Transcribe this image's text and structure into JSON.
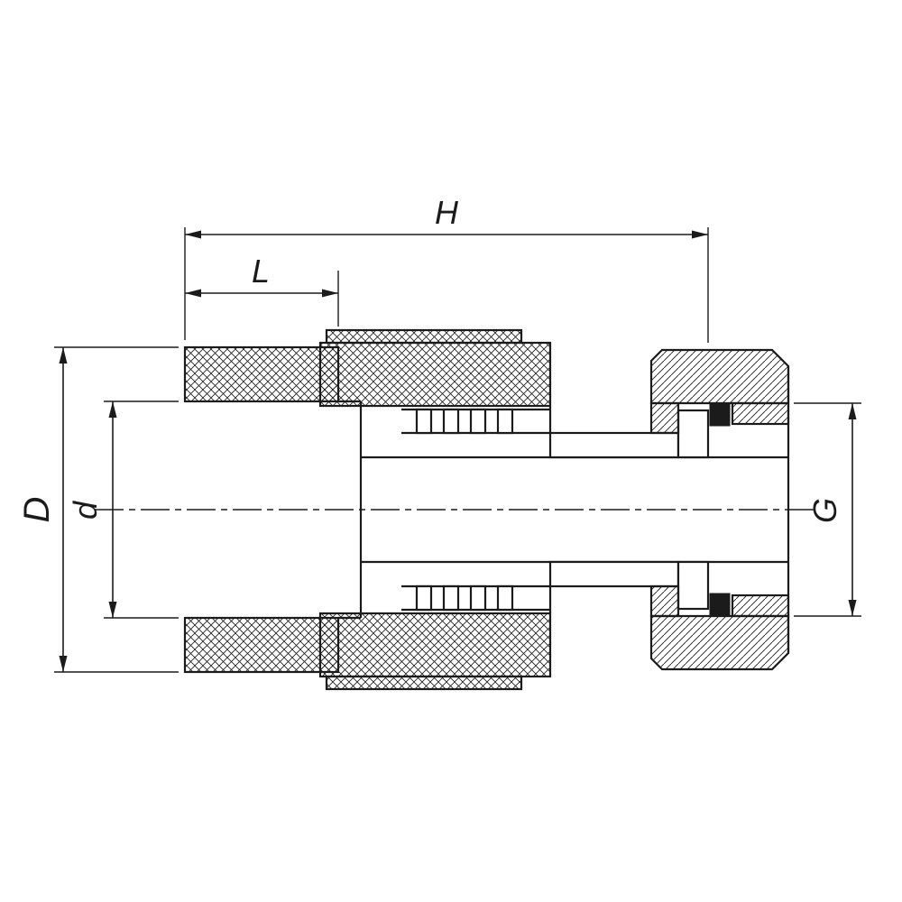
{
  "drawing": {
    "kind": "pipe-union-coupling-cross-section",
    "background_color": "#ffffff",
    "line_color": "#1b1b1b",
    "labels": {
      "overall_length": "H",
      "socket_depth": "L",
      "outer_diameter": "D",
      "inner_diameter": "d",
      "union_thread": "G"
    }
  }
}
